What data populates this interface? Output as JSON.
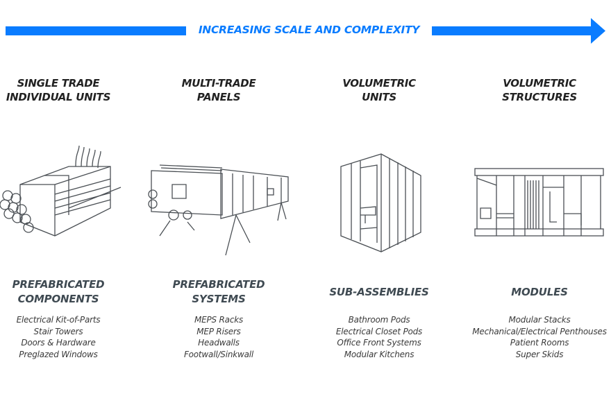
{
  "header": {
    "arrow_label": "INCREASING SCALE AND COMPLEXITY",
    "arrow_color": "#0a7cff"
  },
  "columns": [
    {
      "title_1": "SINGLE TRADE",
      "title_2": "INDIVIDUAL UNITS",
      "category_1": "PREFABRICATED",
      "category_2": "COMPONENTS",
      "items": [
        "Electrical Kit-of-Parts",
        "Stair Towers",
        "Doors & Hardware",
        "Preglazed Windows"
      ],
      "icon": "pipe-bundle-icon"
    },
    {
      "title_1": "MULTI-TRADE",
      "title_2": "PANELS",
      "category_1": "PREFABRICATED",
      "category_2": "SYSTEMS",
      "items": [
        "MEPS Racks",
        "MEP Risers",
        "Headwalls",
        "Footwall/Sinkwall"
      ],
      "icon": "panel-rack-icon"
    },
    {
      "title_1": "VOLUMETRIC",
      "title_2": "UNITS",
      "category_1": "SUB-ASSEMBLIES",
      "items": [
        "Bathroom Pods",
        "Electrical Closet Pods",
        "Office Front Systems",
        "Modular Kitchens"
      ],
      "icon": "pod-icon"
    },
    {
      "title_1": "VOLUMETRIC",
      "title_2": "STRUCTURES",
      "category_1": "MODULES",
      "items": [
        "Modular Stacks",
        "Mechanical/Electrical Penthouses",
        "Patient Rooms",
        "Super Skids"
      ],
      "icon": "module-icon"
    }
  ]
}
